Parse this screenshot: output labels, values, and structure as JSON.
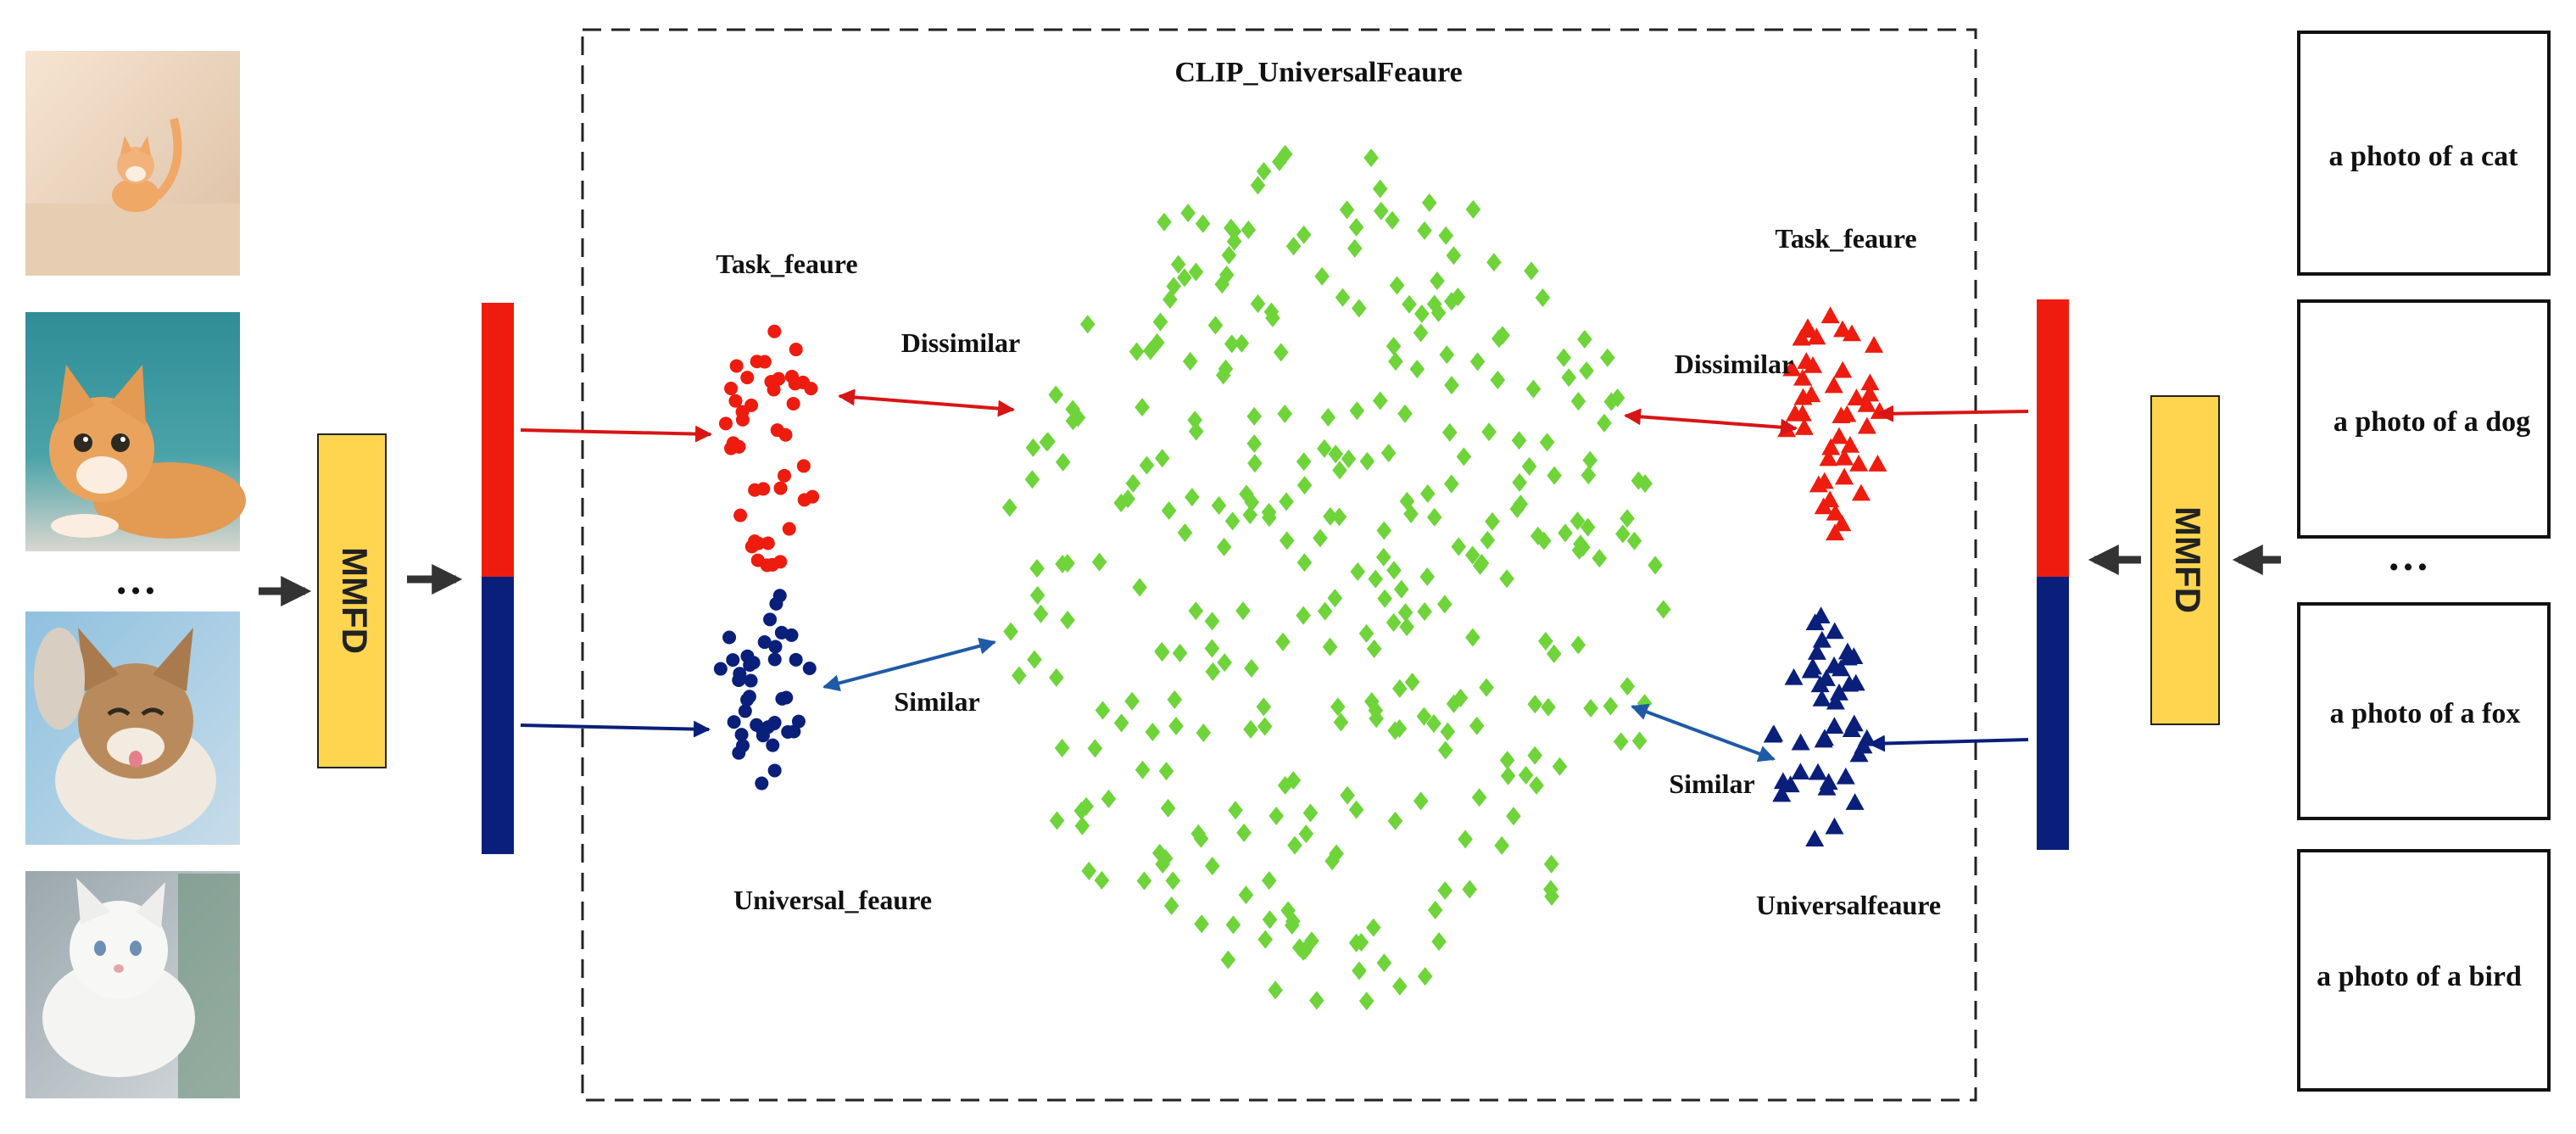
{
  "title": "CLIP_UniversalFeaure",
  "left": {
    "ellipsis": "…",
    "mmfd_label": "MMFD",
    "images": [
      {
        "icon": "kitten-photo-icon"
      },
      {
        "icon": "kitten-photo-icon"
      },
      {
        "icon": "kitten-photo-icon"
      },
      {
        "icon": "kitten-photo-icon"
      }
    ],
    "task_label": "Task_feaure",
    "universal_label": "Universal_feaure",
    "dissimilar_label": "Dissimilar",
    "similar_label": "Similar"
  },
  "right": {
    "ellipsis": "…",
    "mmfd_label": "MMFD",
    "prompts": [
      "a photo of a cat",
      "a photo of a dog",
      "a photo of a fox",
      "a photo of a bird"
    ],
    "task_label": "Task_feaure",
    "universal_label": "Universalfeaure",
    "dissimilar_label": "Dissimilar",
    "similar_label": "Similar"
  },
  "colors": {
    "task": "#ee1c0e",
    "universal": "#0a1f7a",
    "clip_points": "#6ed43a",
    "mmfd_box": "#ffd54f",
    "similar_arrow": "#1f5aa6",
    "dissimilar_arrow": "#d81515"
  }
}
